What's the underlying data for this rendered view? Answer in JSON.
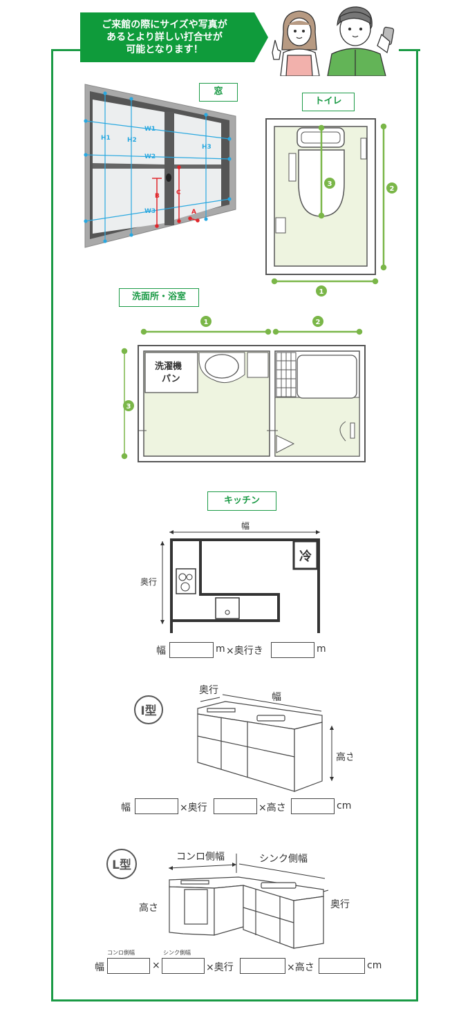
{
  "banner": {
    "lines": [
      "ご来館の際にサイズや写真が",
      "あるとより詳しい打合せが",
      "可能となります！"
    ]
  },
  "sections": {
    "window": {
      "title": "窓",
      "labels": {
        "h1": "H1",
        "h2": "H2",
        "h3": "H3",
        "w1": "W1",
        "w2": "W2",
        "w3": "W3",
        "a": "A",
        "b": "B",
        "c": "C"
      }
    },
    "toilet": {
      "title": "トイレ",
      "dims": [
        "1",
        "2",
        "3"
      ]
    },
    "bath": {
      "title": "洗面所・浴室",
      "dims": [
        "1",
        "2",
        "3"
      ],
      "washer_pan": [
        "洗濯機",
        "パン"
      ]
    },
    "kitchen": {
      "title": "キッチン",
      "plan": {
        "width_label": "幅",
        "depth_label": "奥行",
        "fridge": "冷"
      },
      "plan_form": {
        "width": "幅",
        "unit1": "m",
        "depth": "×奥行き",
        "unit2": "m",
        "width_value": "",
        "depth_value": ""
      },
      "i_type": {
        "badge": "I型",
        "depth_label": "奥行",
        "width_label": "幅",
        "height_label": "高さ",
        "form": {
          "width": "幅",
          "depth": "×奥行",
          "height": "×高さ",
          "unit": "cm"
        }
      },
      "l_type": {
        "badge": "L型",
        "stove_width_label": "コンロ側幅",
        "sink_width_label": "シンク側幅",
        "height_label": "高さ",
        "depth_label": "奥行",
        "form": {
          "width": "幅",
          "stove_small": "コンロ側幅",
          "sink_small": "シンク側幅",
          "times": "×",
          "depth": "×奥行",
          "height": "×高さ",
          "unit": "cm"
        }
      }
    }
  },
  "colors": {
    "brand_green": "#1a9a45",
    "dim_green": "#7ab648",
    "floor": "#eef4e0",
    "window_blue": "#29a8e0",
    "window_red": "#e0262b"
  }
}
